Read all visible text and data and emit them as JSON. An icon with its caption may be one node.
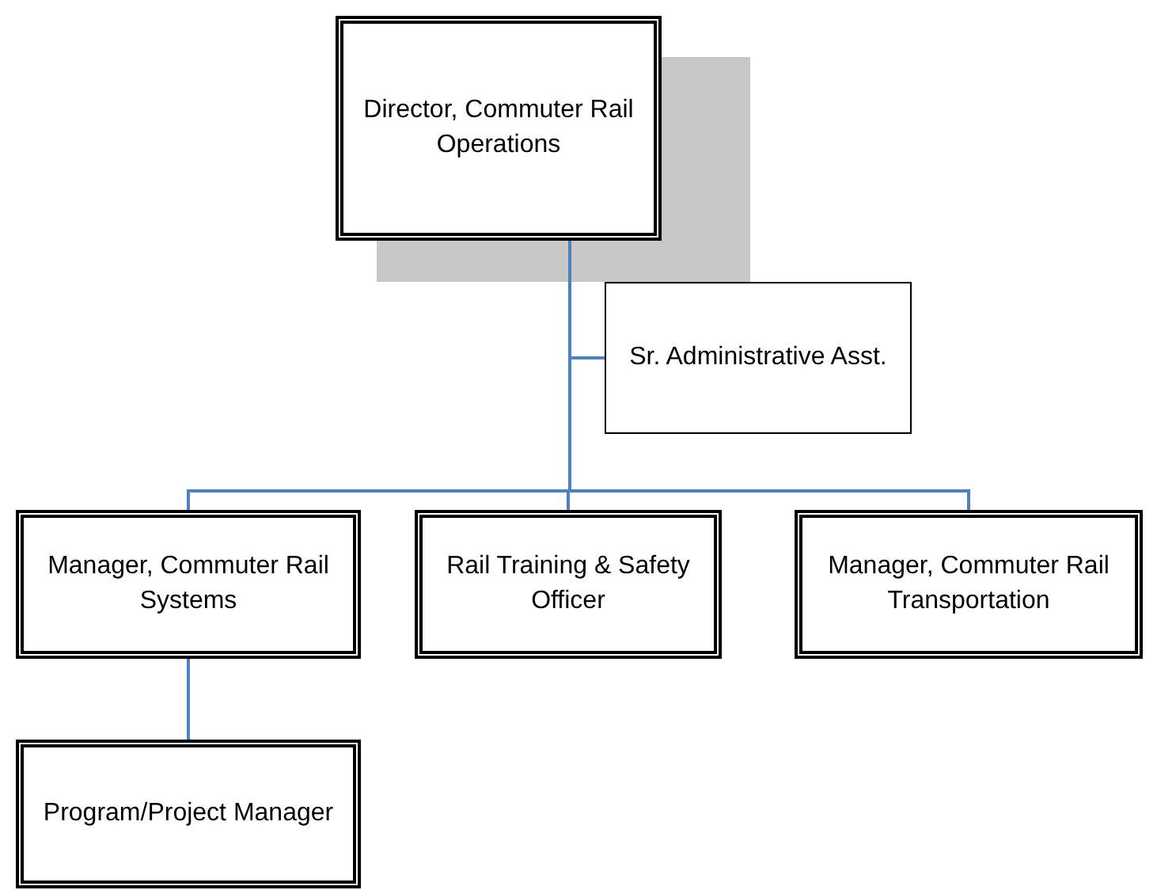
{
  "diagram": {
    "nodes": [
      {
        "text": [
          "Director, Commuter Rail Operations"
        ]
      },
      {
        "text": [
          "Sr. Administrative Asst."
        ]
      },
      {
        "text": [
          "Manager, Commuter Rail Systems"
        ]
      },
      {
        "text": [
          "Rail Training & Safety Officer"
        ]
      },
      {
        "text": [
          "Manager, Commuter Rail Transportation"
        ]
      },
      {
        "text": [
          "Program/Project Manager"
        ]
      }
    ],
    "edges": [
      {
        "from": 0,
        "to": 1,
        "arrow": "none"
      },
      {
        "from": 0,
        "to": 2,
        "arrow": "none"
      },
      {
        "from": 0,
        "to": 3,
        "arrow": "none"
      },
      {
        "from": 0,
        "to": 4,
        "arrow": "none"
      },
      {
        "from": 2,
        "to": 5,
        "arrow": "none"
      }
    ]
  }
}
